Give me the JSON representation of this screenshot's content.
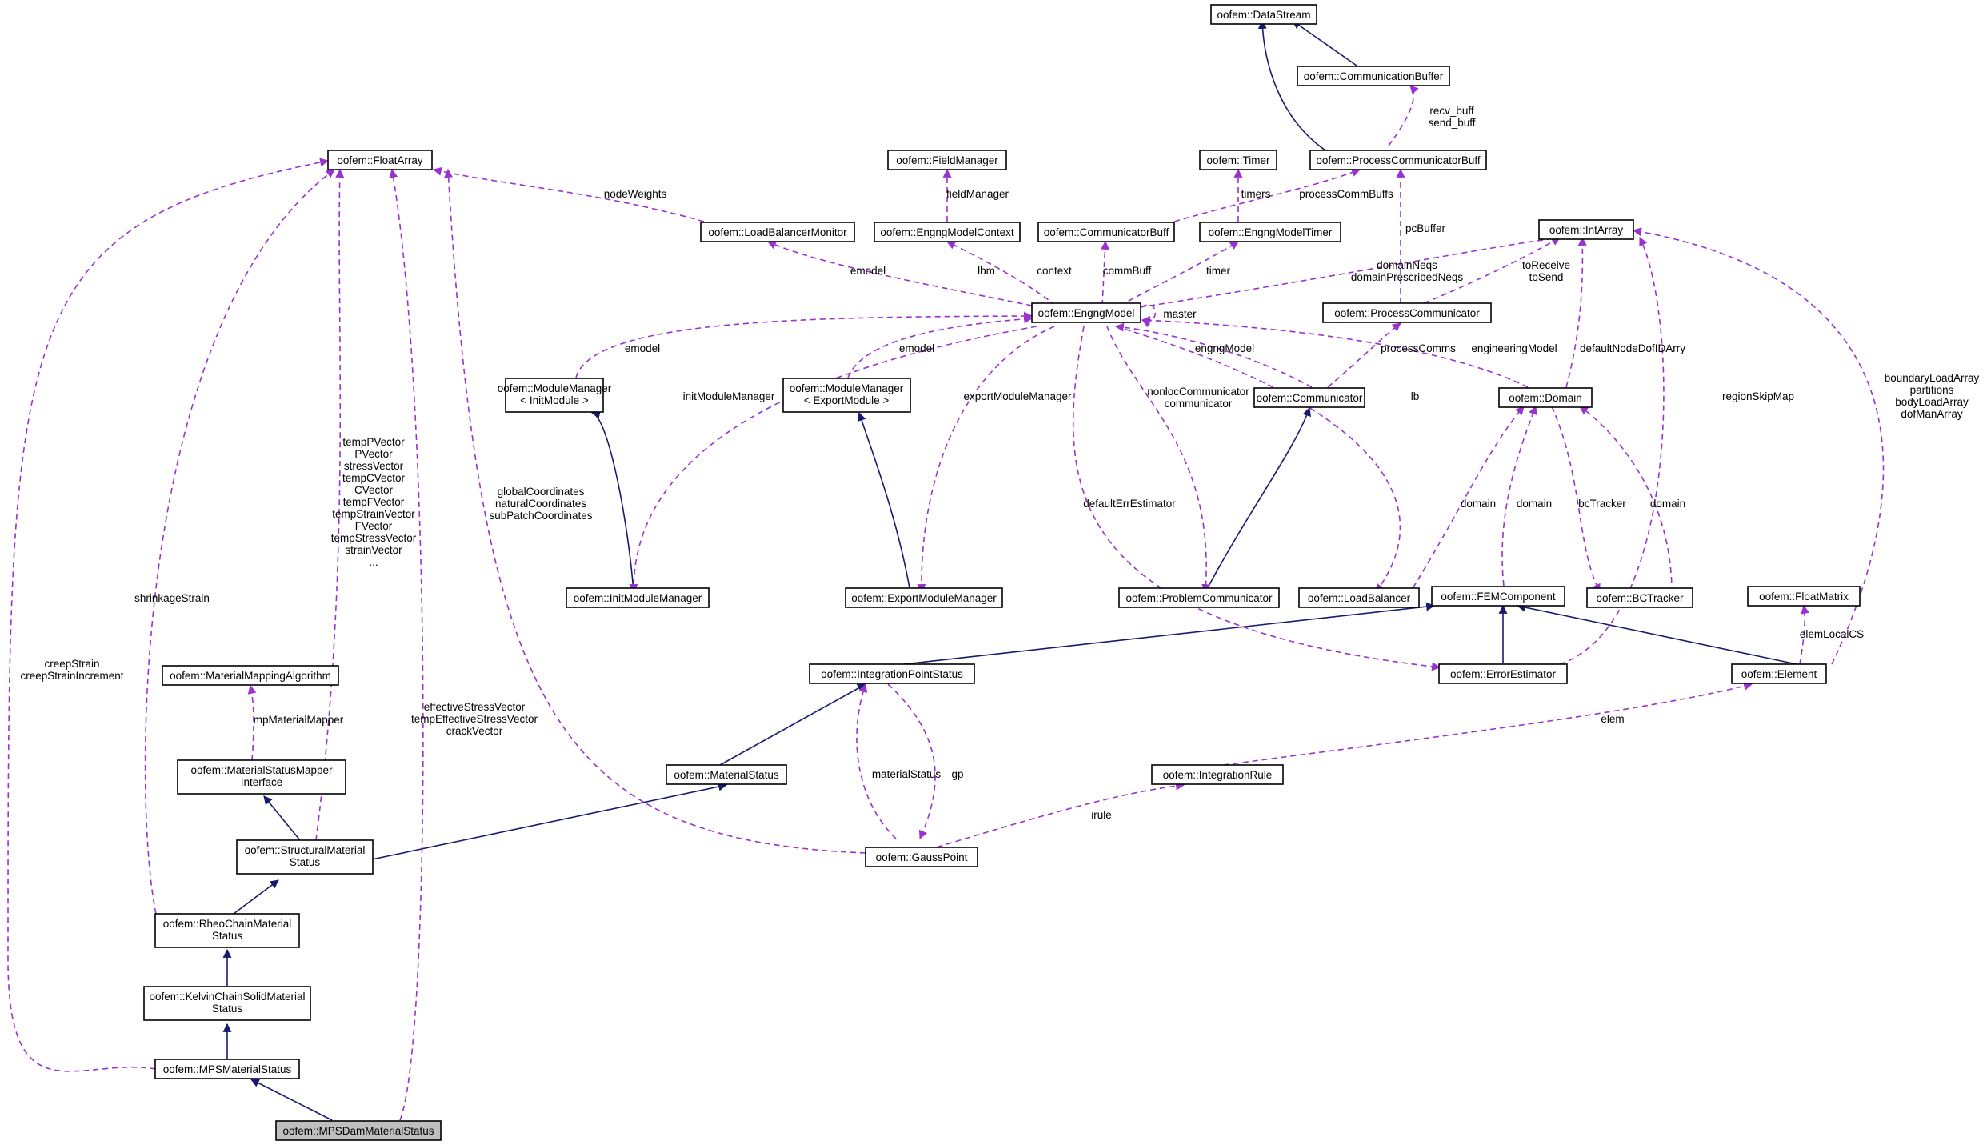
{
  "colors": {
    "inheritance": "#191970",
    "usage": "#9a32cd",
    "focus_fill": "#bfbfbf",
    "node_fill": "#ffffff"
  },
  "nodes": {
    "datastream": "oofem::DataStream",
    "commbuffer": "oofem::CommunicationBuffer",
    "pcommbuff": "oofem::ProcessCommunicatorBuff",
    "floatarray": "oofem::FloatArray",
    "fieldmanager": "oofem::FieldManager",
    "timer": "oofem::Timer",
    "intarray": "oofem::IntArray",
    "lbmonitor": "oofem::LoadBalancerMonitor",
    "emcontext": "oofem::EngngModelContext",
    "commbuff": "oofem::CommunicatorBuff",
    "emtimer": "oofem::EngngModelTimer",
    "engngmodel": "oofem::EngngModel",
    "pcomm": "oofem::ProcessCommunicator",
    "mminit": [
      "oofem::ModuleManager",
      "< InitModule >"
    ],
    "mmexport": [
      "oofem::ModuleManager",
      "< ExportModule >"
    ],
    "communicator": "oofem::Communicator",
    "domain": "oofem::Domain",
    "initmm": "oofem::InitModuleManager",
    "exportmm": "oofem::ExportModuleManager",
    "problemcomm": "oofem::ProblemCommunicator",
    "loadbalancer": "oofem::LoadBalancer",
    "femcomponent": "oofem::FEMComponent",
    "bctracker": "oofem::BCTracker",
    "floatmatrix": "oofem::FloatMatrix",
    "mmalgo": "oofem::MaterialMappingAlgorithm",
    "ipstatus": "oofem::IntegrationPointStatus",
    "errest": "oofem::ErrorEstimator",
    "element": "oofem::Element",
    "msmapper": [
      "oofem::MaterialStatusMapper",
      "Interface"
    ],
    "matstatus": "oofem::MaterialStatus",
    "intrule": "oofem::IntegrationRule",
    "smstatus": [
      "oofem::StructuralMaterial",
      "Status"
    ],
    "gausspoint": "oofem::GaussPoint",
    "rheo": [
      "oofem::RheoChainMaterial",
      "Status"
    ],
    "kelvin": [
      "oofem::KelvinChainSolidMaterial",
      "Status"
    ],
    "mps": "oofem::MPSMaterialStatus",
    "mpsdam": "oofem::MPSDamMaterialStatus"
  },
  "edge_labels": {
    "recv_send": [
      "recv_buff",
      "send_buff"
    ],
    "fieldManager": [
      "fieldManager"
    ],
    "timers": [
      "timers"
    ],
    "nodeWeights": [
      "nodeWeights"
    ],
    "processCommBuffs": [
      "processCommBuffs"
    ],
    "pcBuffer": [
      "pcBuffer"
    ],
    "emodel_lbm": [
      "emodel"
    ],
    "lbm": [
      "lbm"
    ],
    "context": [
      "context"
    ],
    "commBuff": [
      "commBuff"
    ],
    "timer": [
      "timer"
    ],
    "domainNeqs": [
      "domainNeqs",
      "domainPrescribedNeqs"
    ],
    "toReceive": [
      "toReceive",
      "toSend"
    ],
    "master": [
      "master"
    ],
    "emodel_init": [
      "emodel"
    ],
    "emodel_export": [
      "emodel"
    ],
    "engngModel": [
      "engngModel"
    ],
    "processComms": [
      "processComms"
    ],
    "engineeringModel": [
      "engineeringModel"
    ],
    "defaultNodeDofIDArry": [
      "defaultNodeDofIDArry"
    ],
    "initModuleManager": [
      "initModuleManager"
    ],
    "exportModuleManager": [
      "exportModuleManager"
    ],
    "nonloc": [
      "nonlocCommunicator",
      "communicator"
    ],
    "lb": [
      "lb"
    ],
    "regionSkipMap": [
      "regionSkipMap"
    ],
    "elementArrays": [
      "boundaryLoadArray",
      "partitions",
      "bodyLoadArray",
      "dofManArray"
    ],
    "tempVectors": [
      "tempPVector",
      "PVector",
      "stressVector",
      "tempCVector",
      "CVector",
      "tempFVector",
      "tempStrainVector",
      "FVector",
      "tempStressVector",
      "strainVector",
      "..."
    ],
    "coords": [
      "globalCoordinates",
      "naturalCoordinates",
      "subPatchCoordinates"
    ],
    "defaultErrEstimator": [
      "defaultErrEstimator"
    ],
    "domain_lb": [
      "domain"
    ],
    "domain_fem": [
      "domain"
    ],
    "bcTracker": [
      "bcTracker"
    ],
    "domain_bct": [
      "domain"
    ],
    "shrinkageStrain": [
      "shrinkageStrain"
    ],
    "creep": [
      "creepStrain",
      "creepStrainIncrement"
    ],
    "effective": [
      "effectiveStressVector",
      "tempEffectiveStressVector",
      "crackVector"
    ],
    "elemLocalCS": [
      "elemLocalCS"
    ],
    "elem": [
      "elem"
    ],
    "mpMaterialMapper": [
      "mpMaterialMapper"
    ],
    "materialStatus": [
      "materialStatus"
    ],
    "gp": [
      "gp"
    ],
    "irule": [
      "irule"
    ]
  }
}
